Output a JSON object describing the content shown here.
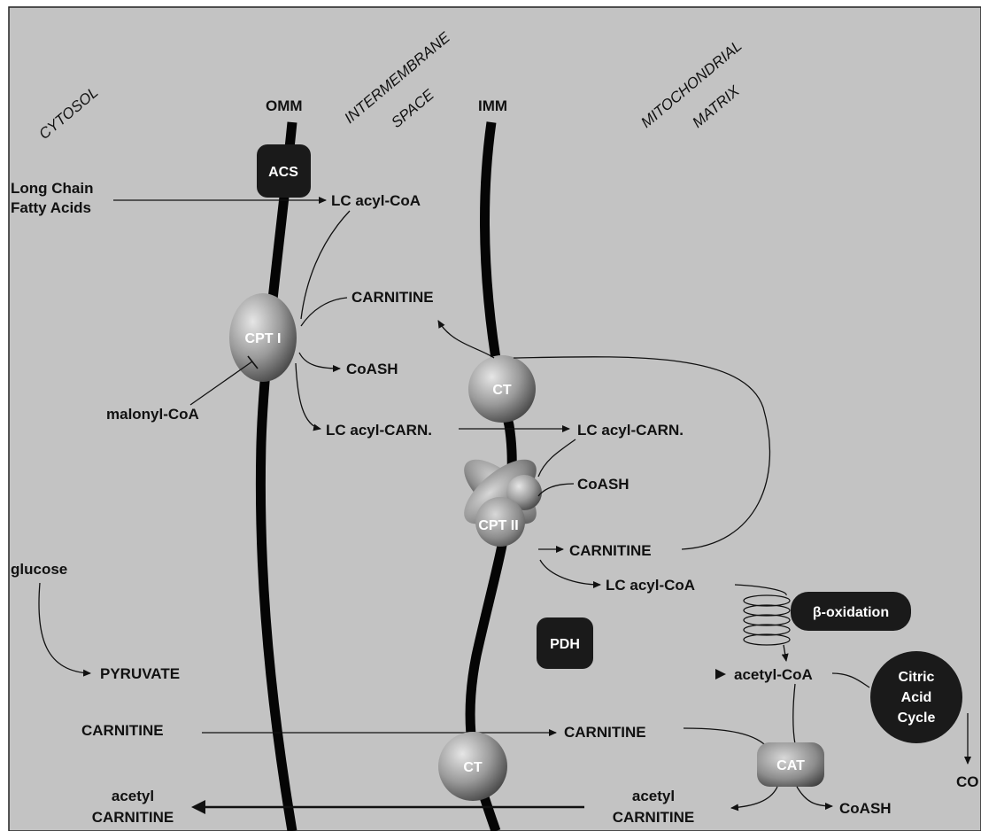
{
  "regions": {
    "cytosol": "CYTOSOL",
    "intermembrane_1": "INTERMEMBRANE",
    "intermembrane_2": "SPACE",
    "matrix_1": "MITOCHONDRIAL",
    "matrix_2": "MATRIX"
  },
  "membranes": {
    "omm": "OMM",
    "imm": "IMM"
  },
  "enzymes": {
    "acs": "ACS",
    "cpt1": "CPT I",
    "ct_top": "CT",
    "cpt2": "CPT II",
    "pdh": "PDH",
    "ct_bottom": "CT",
    "cat": "CAT",
    "beta_oxidation": "β-oxidation",
    "tca_1": "Citric",
    "tca_2": "Acid",
    "tca_3": "Cycle"
  },
  "metabolites": {
    "lcfa_1": "Long Chain",
    "lcfa_2": "Fatty Acids",
    "lc_acyl_coa_ims": "LC acyl-CoA",
    "carnitine_ims": "CARNITINE",
    "coash_ims": "CoASH",
    "malonyl_coa": "malonyl-CoA",
    "lc_acyl_carn_ims": "LC acyl-CARN.",
    "lc_acyl_carn_matrix": "LC acyl-CARN.",
    "coash_matrix": "CoASH",
    "carnitine_matrix": "CARNITINE",
    "lc_acyl_coa_matrix": "LC acyl-CoA",
    "glucose": "glucose",
    "pyruvate": "PYRUVATE",
    "acetyl_coa": "acetyl-CoA",
    "carnitine_cytosol": "CARNITINE",
    "carnitine_matrix_bottom": "CARNITINE",
    "acetyl_carnitine_cyt_1": "acetyl",
    "acetyl_carnitine_cyt_2": "CARNITINE",
    "acetyl_carnitine_mat_1": "acetyl",
    "acetyl_carnitine_mat_2": "CARNITINE",
    "coash_bottom": "CoASH",
    "co2_partial": "CO"
  },
  "colors": {
    "background": "#c3c3c3",
    "membrane": "#050505",
    "dark_box": "#1a1a1a",
    "sphere_light": "#dedede",
    "sphere_dark": "#5a5a5a"
  }
}
